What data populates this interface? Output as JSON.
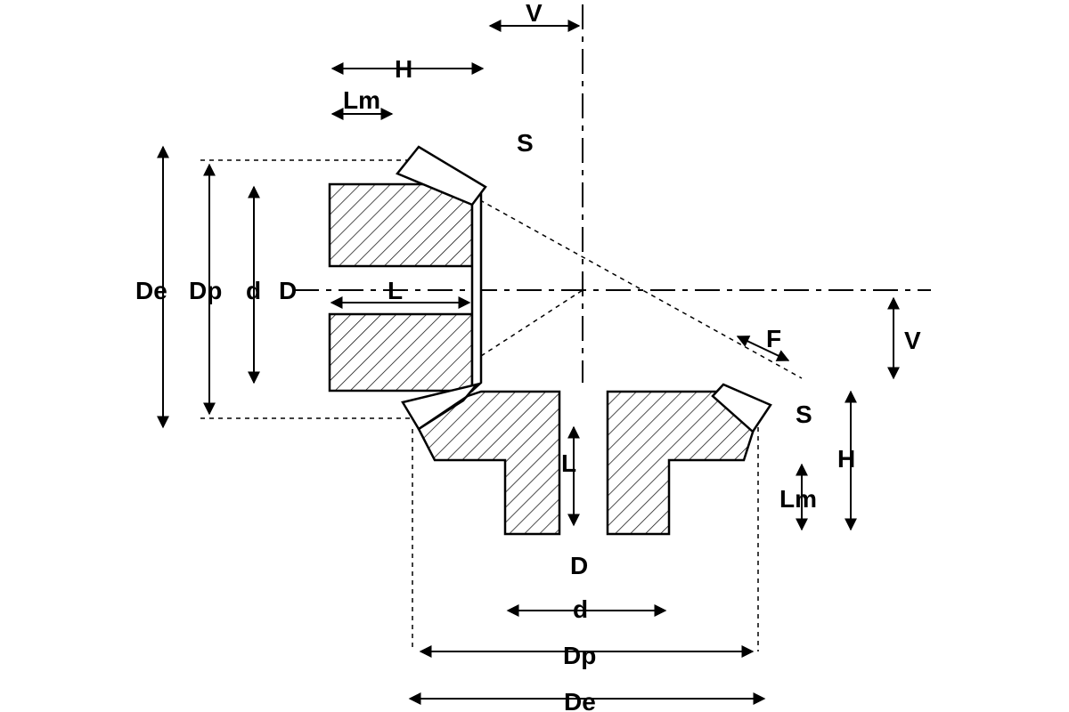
{
  "labels": {
    "V": "V",
    "H": "H",
    "Lm": "Lm",
    "S": "S",
    "De": "De",
    "Dp": "Dp",
    "d": "d",
    "D": "D",
    "L": "L",
    "F": "F"
  }
}
